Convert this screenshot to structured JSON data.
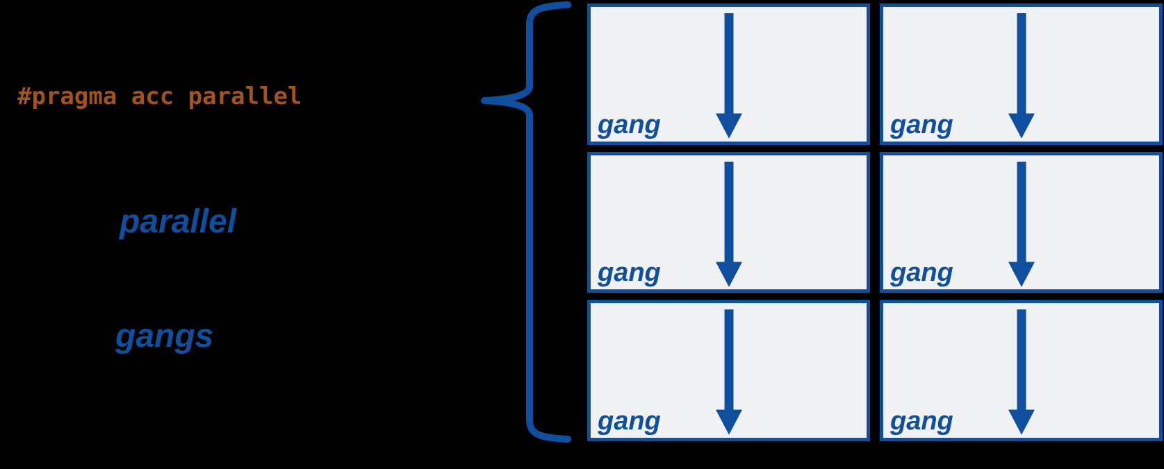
{
  "labels": {
    "pragma": "#pragma acc parallel",
    "parallel": "parallel",
    "gangs": "gangs"
  },
  "grid": {
    "rows": 2,
    "columns": 3,
    "boxes": [
      {
        "label": "gang"
      },
      {
        "label": "gang"
      },
      {
        "label": "gang"
      },
      {
        "label": "gang"
      },
      {
        "label": "gang"
      },
      {
        "label": "gang"
      }
    ]
  },
  "icons": {
    "arrow": "arrow-down",
    "brace": "left-curly-brace"
  },
  "colors": {
    "accent-blue": "#0F4F9D",
    "code-orange": "#A3541C",
    "box-fill": "#F0F1F2",
    "background": "#000000"
  }
}
